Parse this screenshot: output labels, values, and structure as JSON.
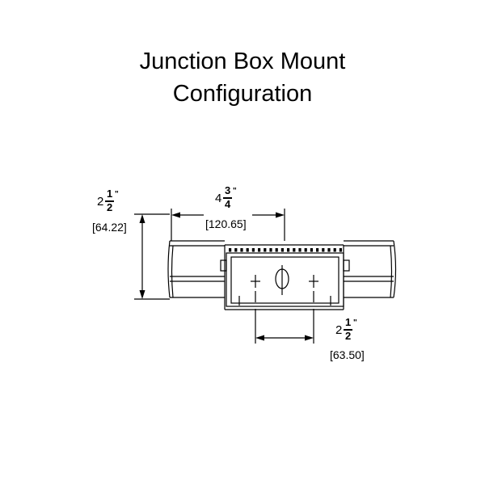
{
  "title": {
    "line1": "Junction Box Mount",
    "line2": "Configuration"
  },
  "dimensions": {
    "height": {
      "whole": "2",
      "numerator": "1",
      "denominator": "2",
      "unit": "\"",
      "metric": "[64.22]"
    },
    "width": {
      "whole": "4",
      "numerator": "3",
      "denominator": "4",
      "unit": "\"",
      "metric": "[120.65]"
    },
    "hole_spacing": {
      "whole": "2",
      "numerator": "1",
      "denominator": "2",
      "unit": "\"",
      "metric": "[63.50]"
    }
  }
}
